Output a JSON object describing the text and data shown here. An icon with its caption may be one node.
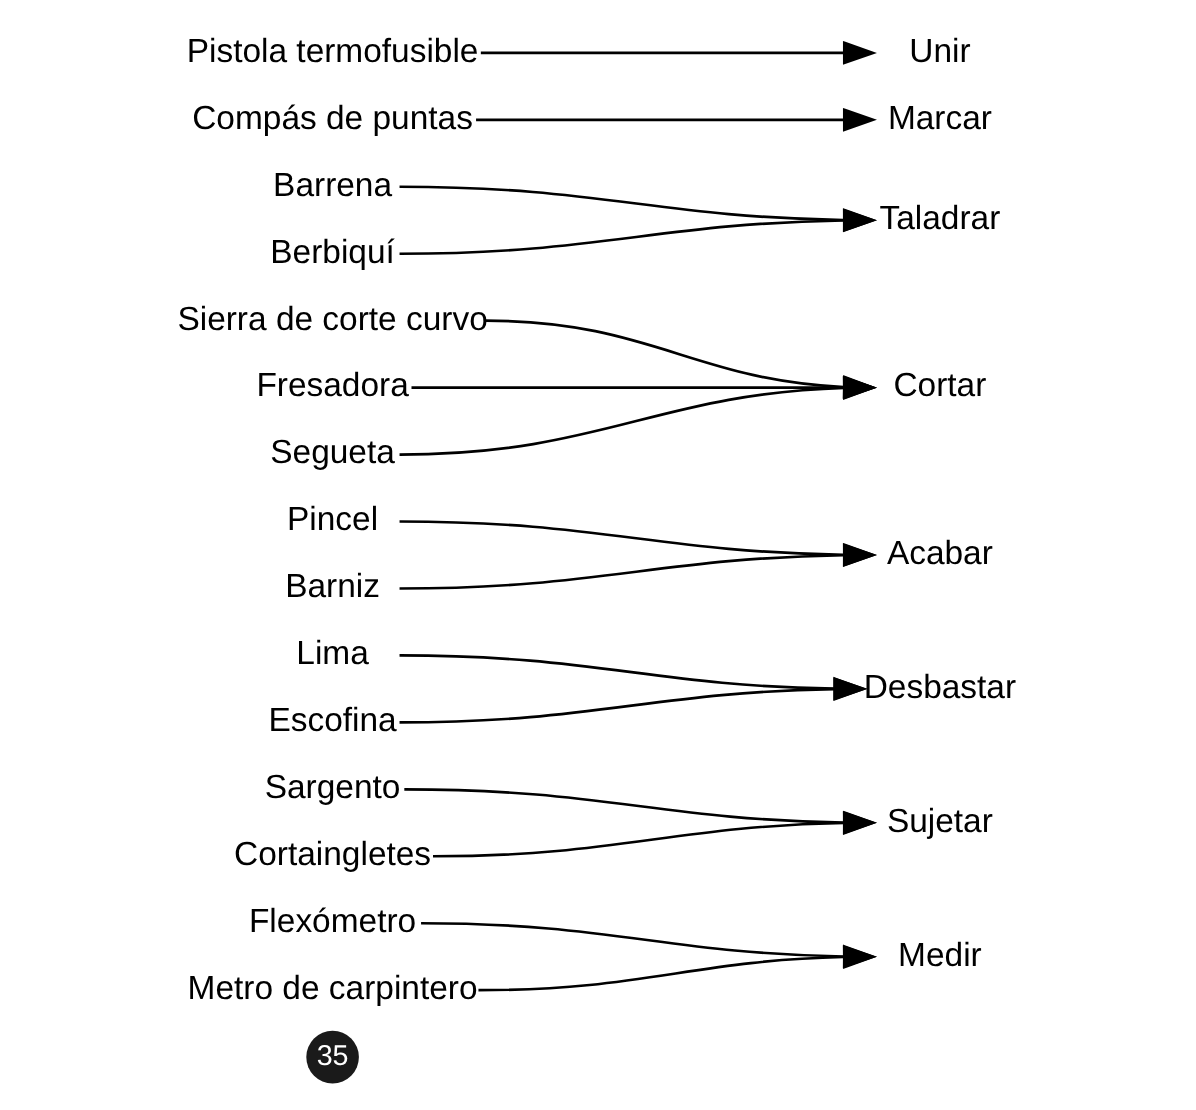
{
  "diagram": {
    "nodes": [
      {
        "text": [
          "Flexómetro"
        ]
      },
      {
        "text": [
          "Sargento"
        ]
      },
      {
        "text": [
          "Lima"
        ]
      },
      {
        "text": [
          "Pincel"
        ]
      },
      {
        "text": [
          "Sierra de corte curvo"
        ]
      },
      {
        "text": [
          "Barrena"
        ]
      },
      {
        "text": [
          "Barniz"
        ]
      },
      {
        "text": [
          "Cortaingletes"
        ]
      },
      {
        "text": [
          "Compás de puntas"
        ]
      },
      {
        "text": [
          "Metro de carpintero"
        ]
      },
      {
        "text": [
          "Fresadora"
        ]
      },
      {
        "text": [
          "Pistola termofusible"
        ]
      },
      {
        "text": [
          "Segueta"
        ]
      },
      {
        "text": [
          "Berbiquí"
        ]
      },
      {
        "text": [
          "Escofina"
        ]
      },
      {
        "text": [
          "Medir"
        ]
      },
      {
        "text": [
          "Marcar"
        ]
      },
      {
        "text": [
          "Sujetar"
        ]
      },
      {
        "text": [
          "Cortar"
        ]
      },
      {
        "text": [
          "Taladrar"
        ]
      },
      {
        "text": [
          "Desbastar"
        ]
      },
      {
        "text": [
          "Unir"
        ]
      },
      {
        "text": [
          "Acabar"
        ]
      }
    ],
    "edges": [
      {
        "from": 0,
        "to": 15,
        "arrow": "to"
      },
      {
        "from": 1,
        "to": 17,
        "arrow": "to"
      },
      {
        "from": 2,
        "to": 20,
        "arrow": "to"
      },
      {
        "from": 3,
        "to": 22,
        "arrow": "to"
      },
      {
        "from": 4,
        "to": 18,
        "arrow": "to"
      },
      {
        "from": 5,
        "to": 19,
        "arrow": "to"
      },
      {
        "from": 6,
        "to": 22,
        "arrow": "to"
      },
      {
        "from": 7,
        "to": 17,
        "arrow": "to"
      },
      {
        "from": 8,
        "to": 16,
        "arrow": "to"
      },
      {
        "from": 9,
        "to": 15,
        "arrow": "to"
      },
      {
        "from": 10,
        "to": 18,
        "arrow": "to"
      },
      {
        "from": 11,
        "to": 21,
        "arrow": "to"
      },
      {
        "from": 12,
        "to": 18,
        "arrow": "to"
      },
      {
        "from": 13,
        "to": 19,
        "arrow": "to"
      },
      {
        "from": 14,
        "to": 20,
        "arrow": "to"
      }
    ],
    "labels": [
      "35"
    ]
  }
}
